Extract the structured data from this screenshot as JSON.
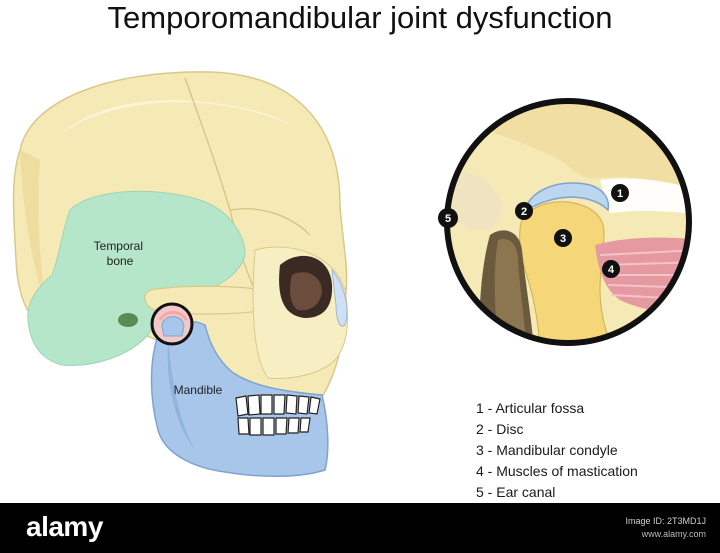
{
  "title": "Temporomandibular joint dysfunction",
  "labels": {
    "temporal_bone": "Temporal\nbone",
    "mandible": "Mandible"
  },
  "markers": [
    "1",
    "2",
    "3",
    "4",
    "5"
  ],
  "legend": [
    "1 - Articular fossa",
    "2 - Disc",
    "3 - Mandibular condyle",
    "4 - Muscles of mastication",
    "5 - Ear canal"
  ],
  "footer": {
    "logo": "alamy",
    "image_id": "Image ID: 2T3MD1J",
    "site": "www.alamy.com"
  },
  "colors": {
    "skull": "#f5e9b6",
    "temporal": "#b5e6c9",
    "mandible": "#a8c6ea",
    "disc": "#bcd6ef",
    "muscle": "#e59aa2",
    "outline": "#111111"
  }
}
